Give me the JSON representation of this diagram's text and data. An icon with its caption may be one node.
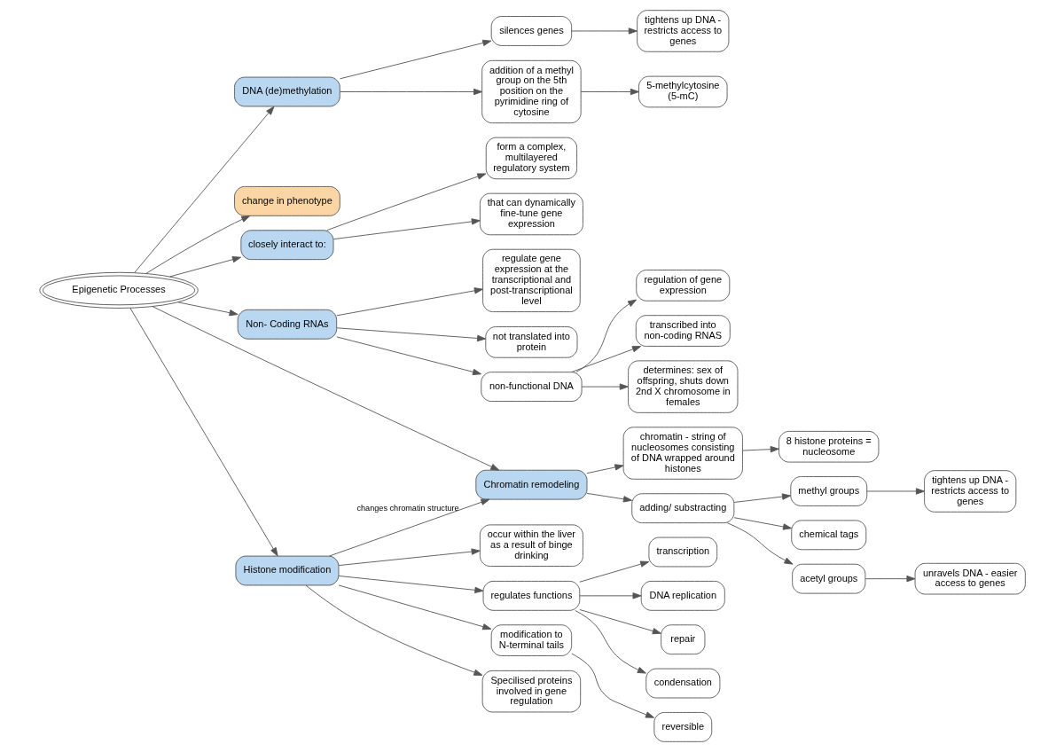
{
  "diagram": {
    "nodes": [
      {
        "text": [
          "Epigenetic Processes"
        ]
      },
      {
        "text": [
          "DNA (de)methylation"
        ]
      },
      {
        "text": [
          "silences genes"
        ]
      },
      {
        "text": [
          "tightens up DNA - restricts access to genes"
        ]
      },
      {
        "text": [
          "addition of a methyl group on the 5th position on the pyrimidine ring of cytosine"
        ]
      },
      {
        "text": [
          "5-methylcytosine (5-mC)"
        ]
      },
      {
        "text": [
          "change in phenotype"
        ]
      },
      {
        "text": [
          "closely interact to:"
        ]
      },
      {
        "text": [
          "form a complex, multilayered regulatory system"
        ]
      },
      {
        "text": [
          "that can dynamically fine-tune gene expression"
        ]
      },
      {
        "text": [
          "Non- Coding RNAs"
        ]
      },
      {
        "text": [
          "regulate gene expression at the transcriptional and post-transcriptional level"
        ]
      },
      {
        "text": [
          "not translated into protein"
        ]
      },
      {
        "text": [
          "non-functional DNA"
        ]
      },
      {
        "text": [
          "regulation of gene expression"
        ]
      },
      {
        "text": [
          "transcribed into non-coding RNAS"
        ]
      },
      {
        "text": [
          "determines: sex of offspring, shuts down 2nd X chromosome in females"
        ]
      },
      {
        "text": [
          "Chromatin remodeling"
        ]
      },
      {
        "text": [
          "chromatin - string of nucleosomes consisting of DNA wrapped around histones"
        ]
      },
      {
        "text": [
          "8 histone proteins = nucleosome"
        ]
      },
      {
        "text": [
          "adding/ substracting"
        ]
      },
      {
        "text": [
          "methyl groups"
        ]
      },
      {
        "text": [
          "tightens up DNA - restricts access to genes"
        ]
      },
      {
        "text": [
          "chemical tags"
        ]
      },
      {
        "text": [
          "acetyl groups"
        ]
      },
      {
        "text": [
          "unravels DNA - easier access to genes"
        ]
      },
      {
        "text": [
          "Histone modification"
        ]
      },
      {
        "text": [
          "occur within the liver as a result of binge drinking"
        ]
      },
      {
        "text": [
          "regulates functions"
        ]
      },
      {
        "text": [
          "transcription"
        ]
      },
      {
        "text": [
          "DNA replication"
        ]
      },
      {
        "text": [
          "repair"
        ]
      },
      {
        "text": [
          "condensation"
        ]
      },
      {
        "text": [
          "modification to N-terminal tails"
        ]
      },
      {
        "text": [
          "reversible"
        ]
      },
      {
        "text": [
          "Specilised proteins involved in gene regulation"
        ]
      }
    ],
    "edges": [
      {
        "from": 0,
        "to": 1,
        "arrow": "to"
      },
      {
        "from": 1,
        "to": 2,
        "arrow": "to"
      },
      {
        "from": 2,
        "to": 3,
        "arrow": "to"
      },
      {
        "from": 1,
        "to": 4,
        "arrow": "to"
      },
      {
        "from": 4,
        "to": 5,
        "arrow": "to"
      },
      {
        "from": 0,
        "to": 6,
        "arrow": "to"
      },
      {
        "from": 0,
        "to": 7,
        "arrow": "to"
      },
      {
        "from": 7,
        "to": 8,
        "arrow": "to"
      },
      {
        "from": 7,
        "to": 9,
        "arrow": "to"
      },
      {
        "from": 0,
        "to": 10,
        "arrow": "to"
      },
      {
        "from": 10,
        "to": 11,
        "arrow": "to"
      },
      {
        "from": 10,
        "to": 12,
        "arrow": "to"
      },
      {
        "from": 10,
        "to": 13,
        "arrow": "to"
      },
      {
        "from": 13,
        "to": 14,
        "arrow": "to"
      },
      {
        "from": 13,
        "to": 15,
        "arrow": "to"
      },
      {
        "from": 13,
        "to": 16,
        "arrow": "to"
      },
      {
        "from": 0,
        "to": 17,
        "arrow": "to"
      },
      {
        "from": 17,
        "to": 18,
        "arrow": "to"
      },
      {
        "from": 18,
        "to": 19,
        "arrow": "to"
      },
      {
        "from": 17,
        "to": 20,
        "arrow": "to"
      },
      {
        "from": 20,
        "to": 21,
        "arrow": "to"
      },
      {
        "from": 21,
        "to": 22,
        "arrow": "to"
      },
      {
        "from": 20,
        "to": 23,
        "arrow": "to"
      },
      {
        "from": 20,
        "to": 24,
        "arrow": "to"
      },
      {
        "from": 24,
        "to": 25,
        "arrow": "to"
      },
      {
        "from": 0,
        "to": 26,
        "arrow": "to"
      },
      {
        "from": 26,
        "to": 27,
        "arrow": "to"
      },
      {
        "from": 26,
        "to": 28,
        "arrow": "to"
      },
      {
        "from": 28,
        "to": 29,
        "arrow": "to"
      },
      {
        "from": 28,
        "to": 30,
        "arrow": "to"
      },
      {
        "from": 28,
        "to": 31,
        "arrow": "to"
      },
      {
        "from": 28,
        "to": 32,
        "arrow": "to"
      },
      {
        "from": 26,
        "to": 33,
        "arrow": "to"
      },
      {
        "from": 33,
        "to": 34,
        "arrow": "to"
      },
      {
        "from": 26,
        "to": 35,
        "arrow": "to"
      },
      {
        "from": 26,
        "to": 17,
        "arrow": "to",
        "label": "changes chromatin structure"
      }
    ]
  }
}
